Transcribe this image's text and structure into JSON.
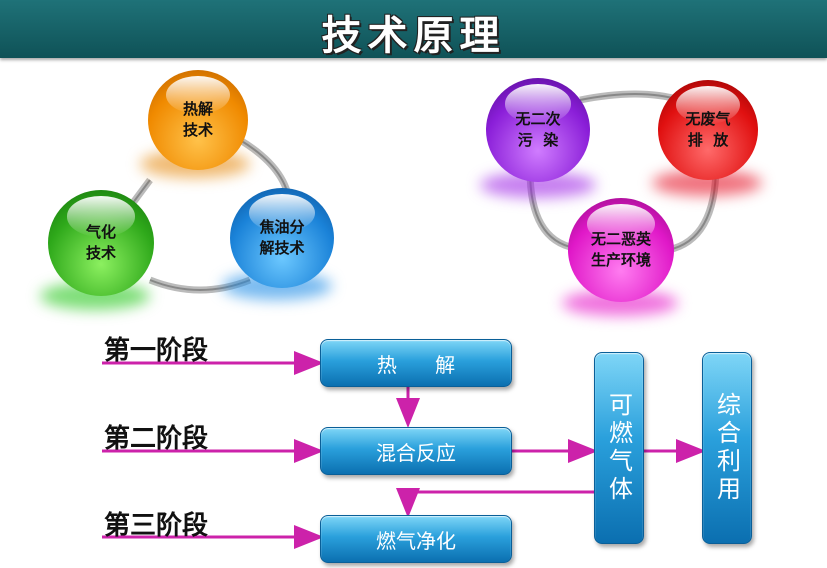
{
  "title": "技术原理",
  "left_cycle": {
    "spheres": [
      {
        "lines": [
          "热解",
          "技术"
        ],
        "color": "orange"
      },
      {
        "lines": [
          "气化",
          "技术"
        ],
        "color": "green"
      },
      {
        "lines": [
          "焦油分",
          "解技术"
        ],
        "color": "blue"
      }
    ]
  },
  "right_cycle": {
    "spheres": [
      {
        "lines": [
          "无二次",
          "污  染"
        ],
        "color": "purple"
      },
      {
        "lines": [
          "无废气",
          "排  放"
        ],
        "color": "red"
      },
      {
        "lines": [
          "无二恶英",
          "生产环境"
        ],
        "color": "magenta"
      }
    ]
  },
  "stages": [
    "第一阶段",
    "第二阶段",
    "第三阶段"
  ],
  "process": {
    "pyrolysis": "热      解",
    "mixing": "混合反应",
    "purify": "燃气净化",
    "gas": "可燃气体",
    "usage": "综合利用"
  },
  "colors": {
    "arrow": "#cc22aa",
    "header": "#13636a",
    "box": "#1e8fd0"
  }
}
